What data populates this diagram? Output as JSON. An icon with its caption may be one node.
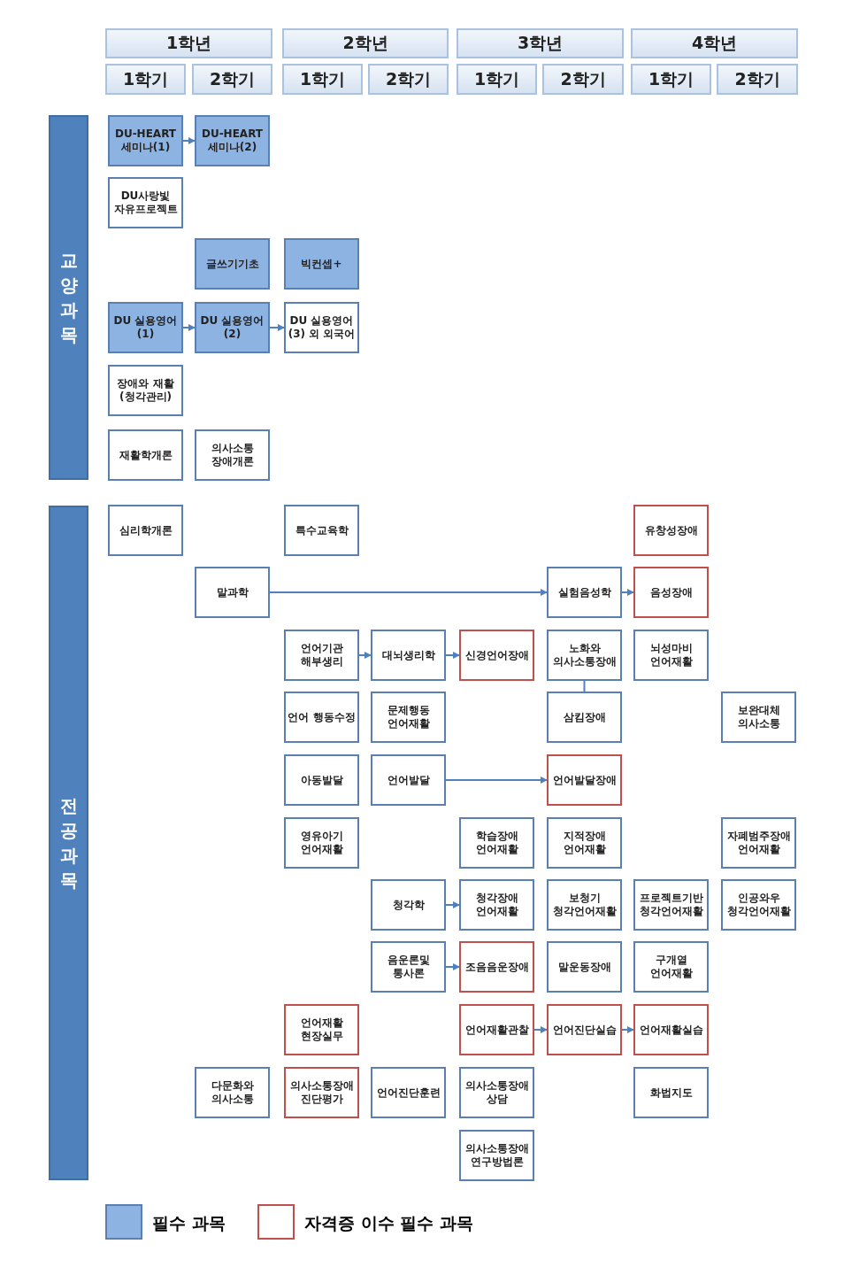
{
  "diagram": {
    "nodes": [
      {
        "text": [
          "1학년"
        ]
      },
      {
        "text": [
          "2학년"
        ]
      },
      {
        "text": [
          "3학년"
        ]
      },
      {
        "text": [
          "4학년"
        ]
      },
      {
        "text": [
          "1학기"
        ]
      },
      {
        "text": [
          "2학기"
        ]
      },
      {
        "text": [
          "1학기"
        ]
      },
      {
        "text": [
          "2학기"
        ]
      },
      {
        "text": [
          "1학기"
        ]
      },
      {
        "text": [
          "2학기"
        ]
      },
      {
        "text": [
          "1학기"
        ]
      },
      {
        "text": [
          "2학기"
        ]
      },
      {
        "text": [
          "교양과목"
        ]
      },
      {
        "text": [
          "DU-HEART 세미나(1)"
        ]
      },
      {
        "text": [
          "DU-HEART 세미나(2)"
        ]
      },
      {
        "text": [
          "DU사랑빛 자유프로젝트"
        ]
      },
      {
        "text": [
          "글쓰기기초"
        ]
      },
      {
        "text": [
          "빅컨셉+"
        ]
      },
      {
        "text": [
          "DU 실용영어(1)"
        ]
      },
      {
        "text": [
          "DU 실용영어(2)"
        ]
      },
      {
        "text": [
          "DU 실용영어(3) 외 외국어"
        ]
      },
      {
        "text": [
          "장애와 재활 (청각관리)"
        ]
      },
      {
        "text": [
          "재활학개론"
        ]
      },
      {
        "text": [
          "의사소통 장애개론"
        ]
      },
      {
        "text": [
          "전공과목"
        ]
      },
      {
        "text": [
          "심리학개론"
        ]
      },
      {
        "text": [
          "특수교육학"
        ]
      },
      {
        "text": [
          "유창성장애"
        ]
      },
      {
        "text": [
          "말과학"
        ]
      },
      {
        "text": [
          "실험음성학"
        ]
      },
      {
        "text": [
          "음성장애"
        ]
      },
      {
        "text": [
          "언어기관 해부생리"
        ]
      },
      {
        "text": [
          "대뇌생리학"
        ]
      },
      {
        "text": [
          "신경언어장애"
        ]
      },
      {
        "text": [
          "노화와 의사소통장애"
        ]
      },
      {
        "text": [
          "뇌성마비 언어재활"
        ]
      },
      {
        "text": [
          "언어 행동수정"
        ]
      },
      {
        "text": [
          "문제행동 언어재활"
        ]
      },
      {
        "text": [
          "삼킴장애"
        ]
      },
      {
        "text": [
          "보완대체 의사소통"
        ]
      },
      {
        "text": [
          "아동발달"
        ]
      },
      {
        "text": [
          "언어발달"
        ]
      },
      {
        "text": [
          "언어발달장애"
        ]
      },
      {
        "text": [
          "영유아기 언어재활"
        ]
      },
      {
        "text": [
          "학습장애 언어재활"
        ]
      },
      {
        "text": [
          "지적장애 언어재활"
        ]
      },
      {
        "text": [
          "자폐범주장애 언어재활"
        ]
      },
      {
        "text": [
          "청각학"
        ]
      },
      {
        "text": [
          "청각장애 언어재활"
        ]
      },
      {
        "text": [
          "보청기 청각언어재활"
        ]
      },
      {
        "text": [
          "프로젝트기반 청각언어재활"
        ]
      },
      {
        "text": [
          "인공와우 청각언어재활"
        ]
      },
      {
        "text": [
          "음운론및 통사론"
        ]
      },
      {
        "text": [
          "조음음운장애"
        ]
      },
      {
        "text": [
          "말운동장애"
        ]
      },
      {
        "text": [
          "구개열 언어재활"
        ]
      },
      {
        "text": [
          "언어재활 현장실무"
        ]
      },
      {
        "text": [
          "언어재활관찰"
        ]
      },
      {
        "text": [
          "언어진단실습"
        ]
      },
      {
        "text": [
          "언어재활실습"
        ]
      },
      {
        "text": [
          "다문화와 의사소통"
        ]
      },
      {
        "text": [
          "의사소통장애 진단평가"
        ]
      },
      {
        "text": [
          "언어진단훈련"
        ]
      },
      {
        "text": [
          "의사소통장애 상담"
        ]
      },
      {
        "text": [
          "화법지도"
        ]
      },
      {
        "text": [
          "의사소통장애 연구방법론"
        ]
      }
    ],
    "edges": [
      {
        "from": 13,
        "to": 14,
        "arrow": "to"
      },
      {
        "from": 18,
        "to": 19,
        "arrow": "to"
      },
      {
        "from": 19,
        "to": 20,
        "arrow": "to"
      },
      {
        "from": 28,
        "to": 29,
        "arrow": "to"
      },
      {
        "from": 29,
        "to": 30,
        "arrow": "to"
      },
      {
        "from": 31,
        "to": 32,
        "arrow": "to"
      },
      {
        "from": 32,
        "to": 33,
        "arrow": "to"
      },
      {
        "from": 34,
        "to": 38,
        "arrow": "none"
      },
      {
        "from": 41,
        "to": 42,
        "arrow": "to"
      },
      {
        "from": 47,
        "to": 48,
        "arrow": "to"
      },
      {
        "from": 52,
        "to": 53,
        "arrow": "to"
      },
      {
        "from": 57,
        "to": 58,
        "arrow": "to"
      },
      {
        "from": 58,
        "to": 59,
        "arrow": "to"
      }
    ],
    "legend": [
      {
        "text": "필수 과목",
        "color": "#8db3e2"
      },
      {
        "text": "자격증 이수 필수 과목"
      }
    ]
  }
}
